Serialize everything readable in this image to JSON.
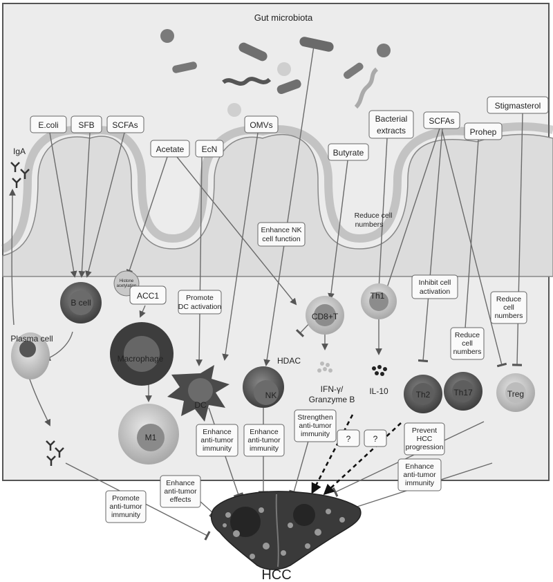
{
  "title": "Gut microbiota",
  "organ": "HCC",
  "microbe_labels": [
    {
      "id": "ecoli",
      "text": "E.coli"
    },
    {
      "id": "sfb",
      "text": "SFB"
    },
    {
      "id": "scfas1",
      "text": "SCFAs"
    },
    {
      "id": "acetate",
      "text": "Acetate"
    },
    {
      "id": "ecn",
      "text": "EcN"
    },
    {
      "id": "omvs",
      "text": "OMVs"
    },
    {
      "id": "butyrate",
      "text": "Butyrate"
    },
    {
      "id": "bact1",
      "text": "Bacterial"
    },
    {
      "id": "bact2",
      "text": "extracts"
    },
    {
      "id": "scfas2",
      "text": "SCFAs"
    },
    {
      "id": "prohep",
      "text": "Prohep"
    },
    {
      "id": "stigma",
      "text": "Stigmasterol"
    }
  ],
  "cells": {
    "bcell": "B cell",
    "plasma": "Plasma cell",
    "macrophage": "Macrophage",
    "m1": "M1",
    "dc": "DC",
    "nk": "NK",
    "cd8": "CD8+T",
    "th1": "Th1",
    "th2": "Th2",
    "th17": "Th17",
    "treg": "Treg"
  },
  "molecules": {
    "iga": "IgA",
    "histone1": "Histone",
    "histone2": "acetylation",
    "acc1": "ACC1",
    "hdac": "HDAC",
    "ifn1": "IFN-γ/",
    "ifn2": "Granzyme B",
    "il10": "IL-10",
    "q1": "?",
    "q2": "?"
  },
  "effects": {
    "promote_dc": [
      "Promote",
      "DC activation"
    ],
    "enhance_nk": [
      "Enhance NK",
      "cell function"
    ],
    "reduce_cell_th1": [
      "Reduce cell",
      "numbers"
    ],
    "inhibit_act": [
      "Inhibit cell",
      "activation"
    ],
    "reduce_treg": [
      "Reduce",
      "cell",
      "numbers"
    ],
    "reduce_th17": [
      "Reduce",
      "cell",
      "numbers"
    ],
    "enh_dc": [
      "Enhance",
      "anti-tumor",
      "immunity"
    ],
    "enh_nk": [
      "Enhance",
      "anti-tumor",
      "immunity"
    ],
    "strengthen": [
      "Strengthen",
      "anti-tumor",
      "immunity"
    ],
    "prevent": [
      "Prevent",
      "HCC",
      "progression"
    ],
    "enh_th": [
      "Enhance",
      "anti-tumor",
      "immunity"
    ],
    "enh_m1": [
      "Enhance",
      "anti-tumor",
      "effects"
    ],
    "promote_ab": [
      "Promote",
      "anti-tumor",
      "immunity"
    ]
  },
  "colors": {
    "panel": "#ececec",
    "border": "#555555",
    "cell_dark": "#5a5a5a",
    "cell_light": "#bdbdbd",
    "liver": "#3a3a3a"
  }
}
